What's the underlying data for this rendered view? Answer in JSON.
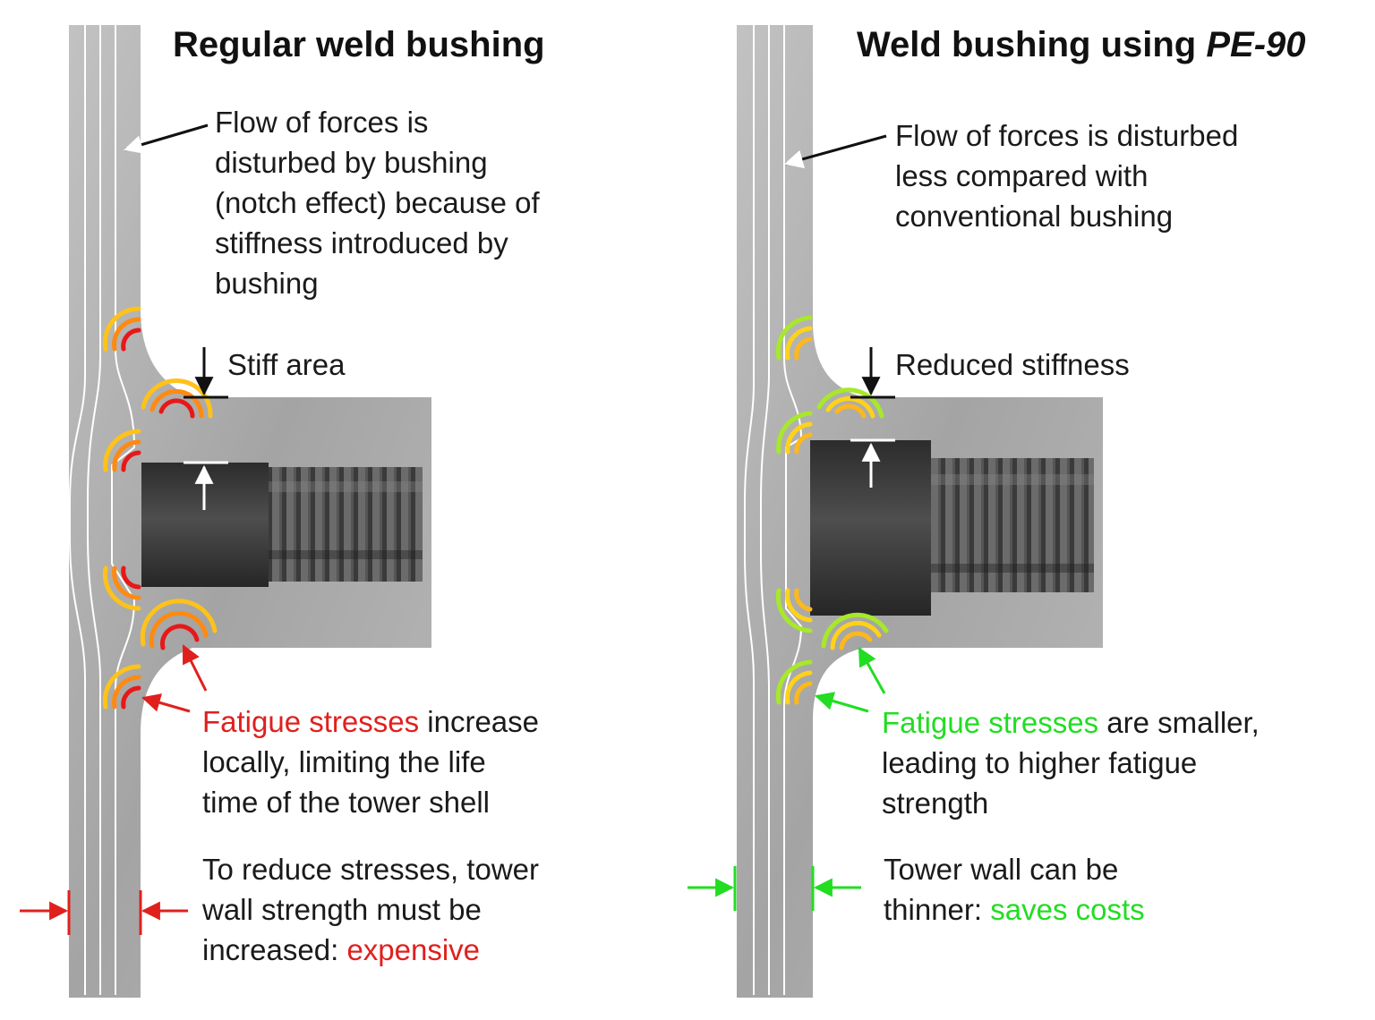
{
  "left": {
    "title": "Regular weld bushing",
    "flow_lines": [
      "Flow of forces is",
      "disturbed by bushing",
      "(notch effect) because of",
      "stiffness introduced by",
      "bushing"
    ],
    "stiff_label": "Stiff area",
    "fatigue_highlight": "Fatigue stresses",
    "fatigue_line1_rest": " increase",
    "fatigue_lines": [
      "locally, limiting the life",
      "time of the tower shell"
    ],
    "wall_lines": [
      "To reduce stresses, tower",
      "wall strength must be"
    ],
    "wall_line3_prefix": "increased: ",
    "wall_highlight": "expensive",
    "stress_colors": [
      "#ffc21a",
      "#ff8a10",
      "#e81818"
    ]
  },
  "right": {
    "title_prefix": "Weld bushing using ",
    "title_product": "PE-90",
    "flow_lines": [
      "Flow of forces is disturbed",
      "less compared with",
      "conventional bushing"
    ],
    "stiff_label": "Reduced stiffness",
    "fatigue_highlight": "Fatigue stresses",
    "fatigue_line1_rest": " are smaller,",
    "fatigue_lines": [
      "leading to higher fatigue",
      "strength"
    ],
    "wall_line1": "Tower wall can be",
    "wall_line2_prefix": "thinner: ",
    "wall_highlight": "saves costs",
    "stress_colors": [
      "#a8e82a",
      "#ffd21a",
      "#ffb81a"
    ]
  },
  "colors": {
    "red": "#e0201d",
    "green": "#22dd22",
    "steel": "#a9a9a9"
  }
}
